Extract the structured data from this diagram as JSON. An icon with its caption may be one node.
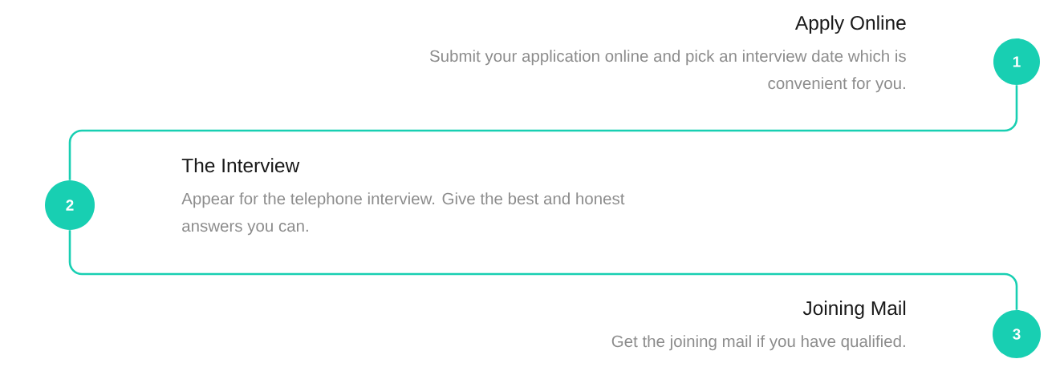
{
  "diagram": {
    "nodes": [
      {
        "text": [
          "1"
        ],
        "beside": [
          "Apply Online",
          "Submit your application online and pick an interview date which is convenient for you."
        ]
      },
      {
        "text": [
          "2"
        ],
        "beside": [
          "The Interview",
          "Appear for the telephone interview. Give the best and honest answers you can."
        ]
      },
      {
        "text": [
          "3"
        ],
        "beside": [
          "Joining Mail",
          "Get the joining mail if you have qualified."
        ]
      }
    ],
    "edges": [
      {
        "from": 0,
        "to": 1,
        "arrow": "none"
      },
      {
        "from": 1,
        "to": 2,
        "arrow": "none"
      }
    ]
  }
}
